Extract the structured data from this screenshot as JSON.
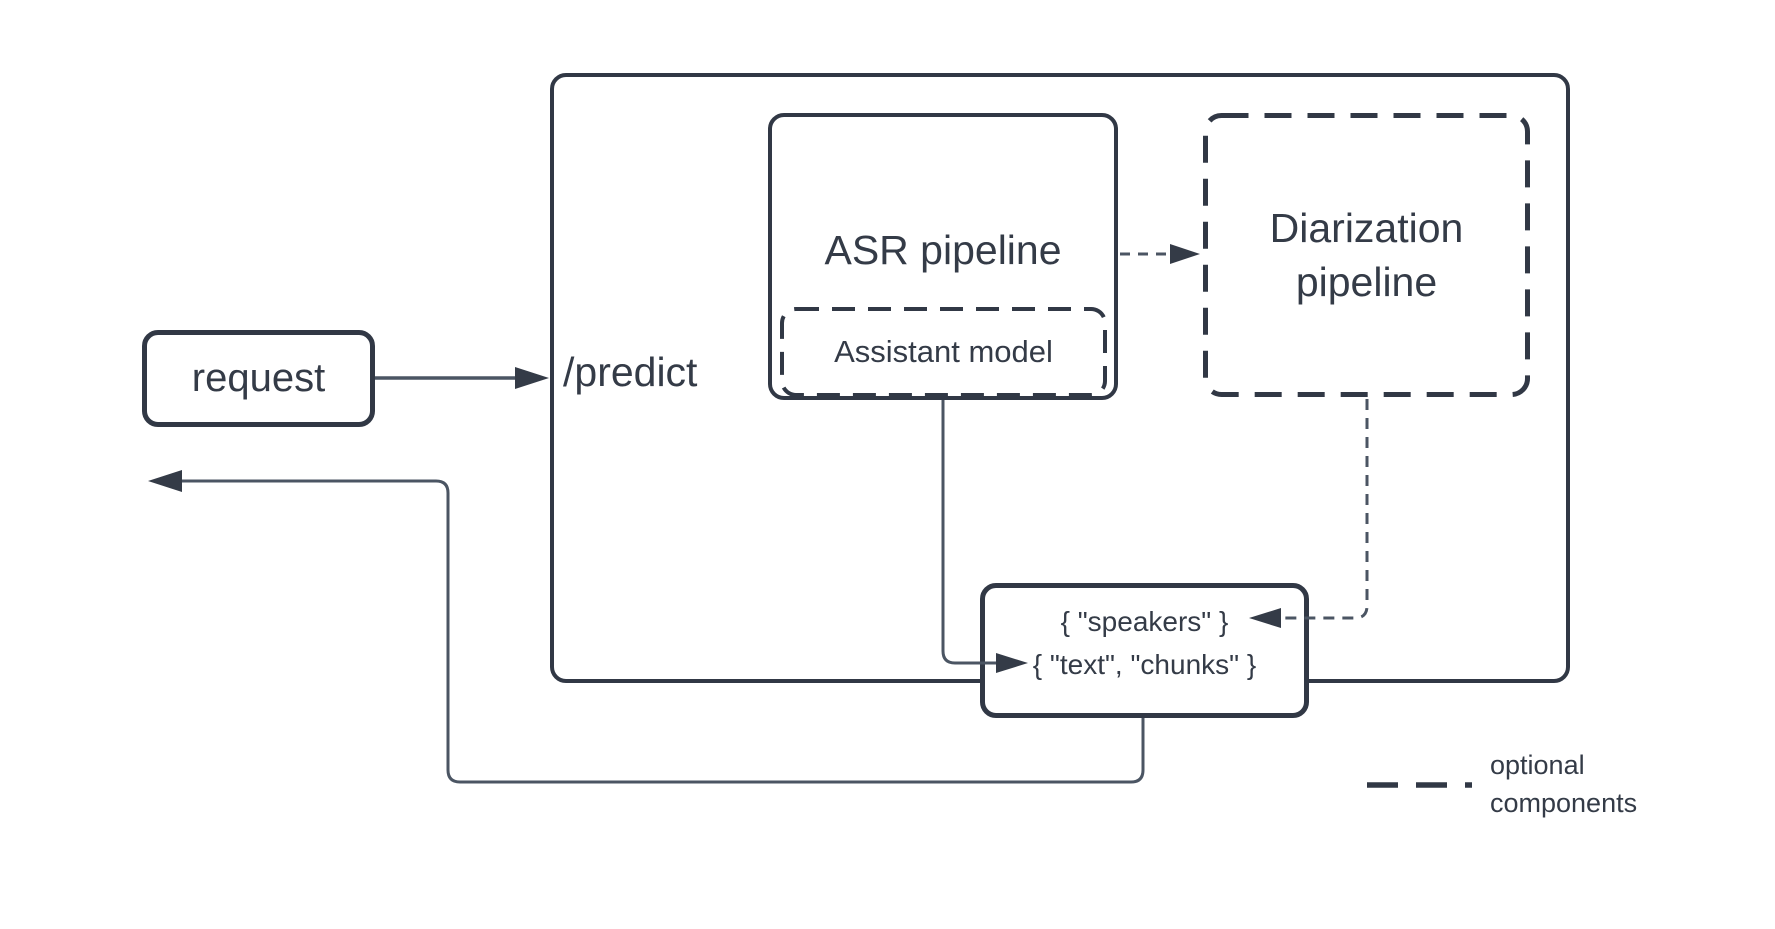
{
  "diagram": {
    "request_label": "request",
    "endpoint_label": "/predict",
    "asr_label": "ASR pipeline",
    "assistant_label": "Assistant model",
    "diarization_label": "Diarization pipeline",
    "output": {
      "line1": "{ \"speakers\" }",
      "line2": "{ \"text\", \"chunks\" }"
    },
    "legend_label": "optional components"
  },
  "colors": {
    "ink": "#313845",
    "text": "#343b47",
    "line": "#4b5563",
    "bg": "#ffffff"
  }
}
